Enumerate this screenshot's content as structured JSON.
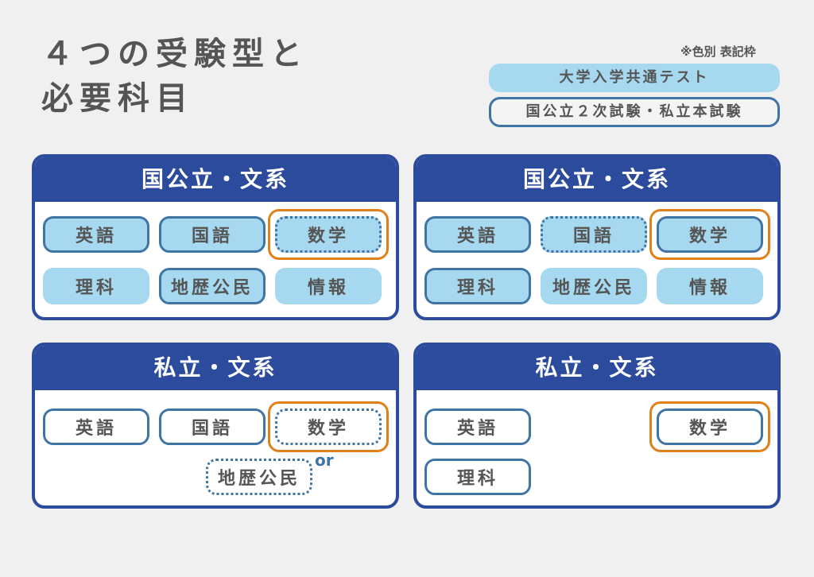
{
  "title": {
    "line1": "４つの受験型と",
    "line2": "必要科目"
  },
  "legend": {
    "note": "※色別 表記枠",
    "common_test": "大学入学共通テスト",
    "second_exam": "国公立２次試験・私立本試験"
  },
  "panels": [
    {
      "title": "国公立・文系",
      "subjects": [
        "英語",
        "国語",
        "数学",
        "理科",
        "地歴公民",
        "情報"
      ]
    },
    {
      "title": "国公立・文系",
      "subjects": [
        "英語",
        "国語",
        "数学",
        "理科",
        "地歴公民",
        "情報"
      ]
    },
    {
      "title": "私立・文系",
      "subjects": [
        "英語",
        "国語",
        "数学",
        "地歴公民"
      ],
      "or": "or"
    },
    {
      "title": "私立・文系",
      "subjects": [
        "英語",
        "数学",
        "理科"
      ]
    }
  ],
  "colors": {
    "navy": "#2c4b9c",
    "light_blue": "#a6d8ef",
    "border_blue": "#3f74a4",
    "orange": "#e0801a"
  }
}
